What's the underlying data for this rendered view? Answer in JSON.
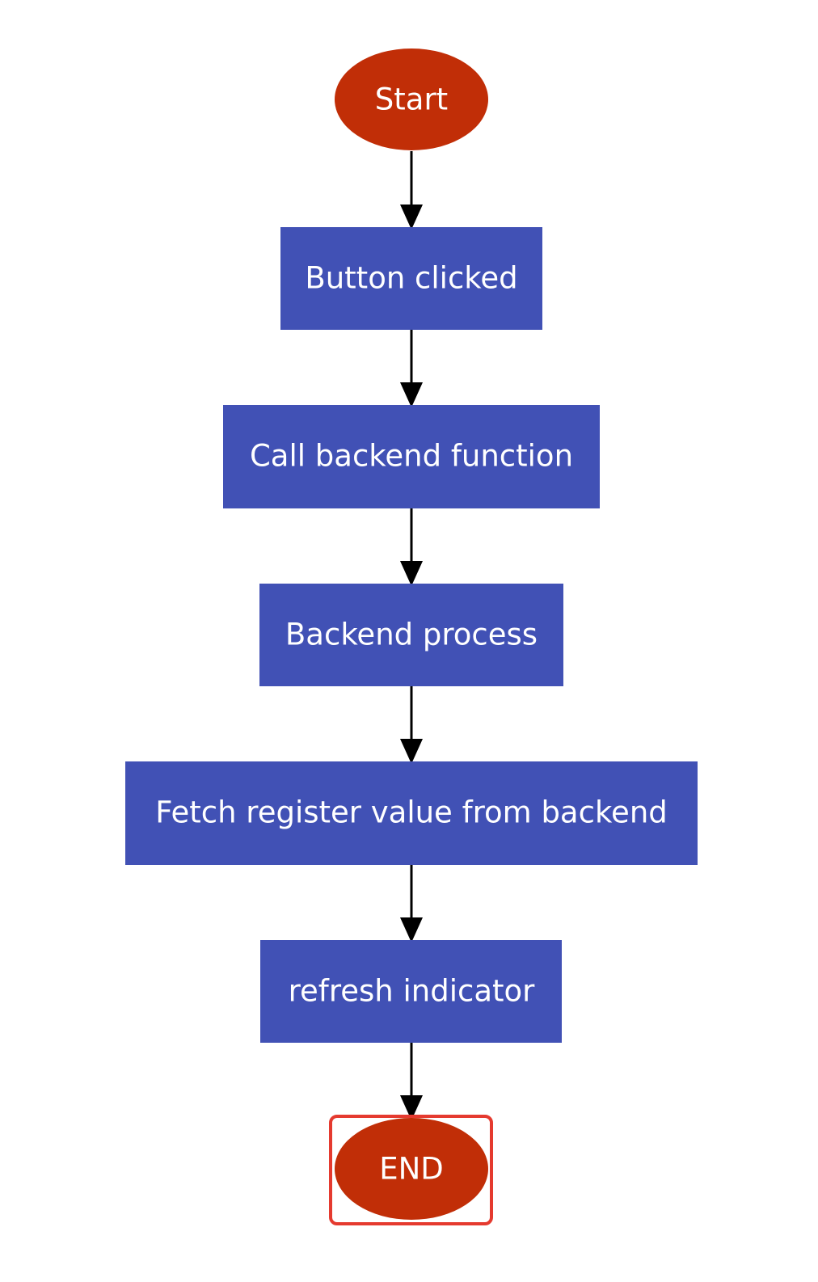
{
  "diagram": {
    "type": "flowchart",
    "colors": {
      "terminal_fill": "#c12e07",
      "process_fill": "#4151b5",
      "text": "#ffffff",
      "arrow": "#000000",
      "selection_outline": "#e53a2f"
    },
    "nodes": [
      {
        "id": "start",
        "shape": "ellipse",
        "label": "Start"
      },
      {
        "id": "button-clicked",
        "shape": "rect",
        "label": "Button clicked"
      },
      {
        "id": "call-backend",
        "shape": "rect",
        "label": "Call backend function"
      },
      {
        "id": "backend-process",
        "shape": "rect",
        "label": "Backend process"
      },
      {
        "id": "fetch-register",
        "shape": "rect",
        "label": "Fetch register value from backend"
      },
      {
        "id": "refresh-indicator",
        "shape": "rect",
        "label": "refresh indicator"
      },
      {
        "id": "end",
        "shape": "ellipse",
        "label": "END",
        "selected": true
      }
    ],
    "edges": [
      {
        "from": "start",
        "to": "button-clicked"
      },
      {
        "from": "button-clicked",
        "to": "call-backend"
      },
      {
        "from": "call-backend",
        "to": "backend-process"
      },
      {
        "from": "backend-process",
        "to": "fetch-register"
      },
      {
        "from": "fetch-register",
        "to": "refresh-indicator"
      },
      {
        "from": "refresh-indicator",
        "to": "end"
      }
    ]
  }
}
